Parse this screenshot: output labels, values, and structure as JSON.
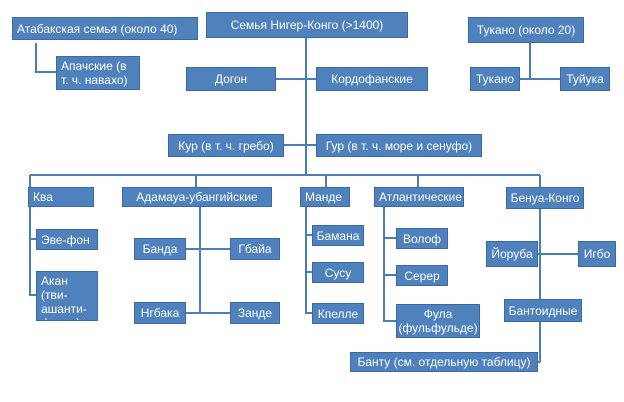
{
  "nodes": {
    "athabaskan": "Атабакская семья (около 40)",
    "apache": "Апачские (в т. ч. навахо)",
    "niger_congo": "Семья Нигер-Конго (>1400)",
    "tucano_family": "Тукано (около 20)",
    "tucano": "Тукано",
    "tuyuka": "Туйука",
    "dogon": "Догон",
    "kordofanian": "Кордофанские",
    "kru": "Кур (в т. ч. гребо)",
    "gur": "Гур (в т. ч. море и сенуфо)",
    "kwa": "Ква",
    "ewe": "Эве-фон",
    "akan": "Акан (тви-ашанти-фанти)",
    "adamawa": "Адамауа-убангийские",
    "banda": "Банда",
    "gbaya": "Гбайа",
    "ngbaka": "Нгбака",
    "zande": "Занде",
    "mande": "Манде",
    "bamana": "Бамана",
    "susu": "Сусу",
    "kpelle": "Кпелле",
    "atlantic": "Атлантические",
    "wolof": "Волоф",
    "serer": "Серер",
    "fula": "Фула (фульфульде)",
    "benue_congo": "Бенуа-Конго",
    "yoruba": "Йоруба",
    "igbo": "Игбо",
    "bantoid": "Бантоидные",
    "bantu": "Банту (см. отдельную таблицу)"
  }
}
